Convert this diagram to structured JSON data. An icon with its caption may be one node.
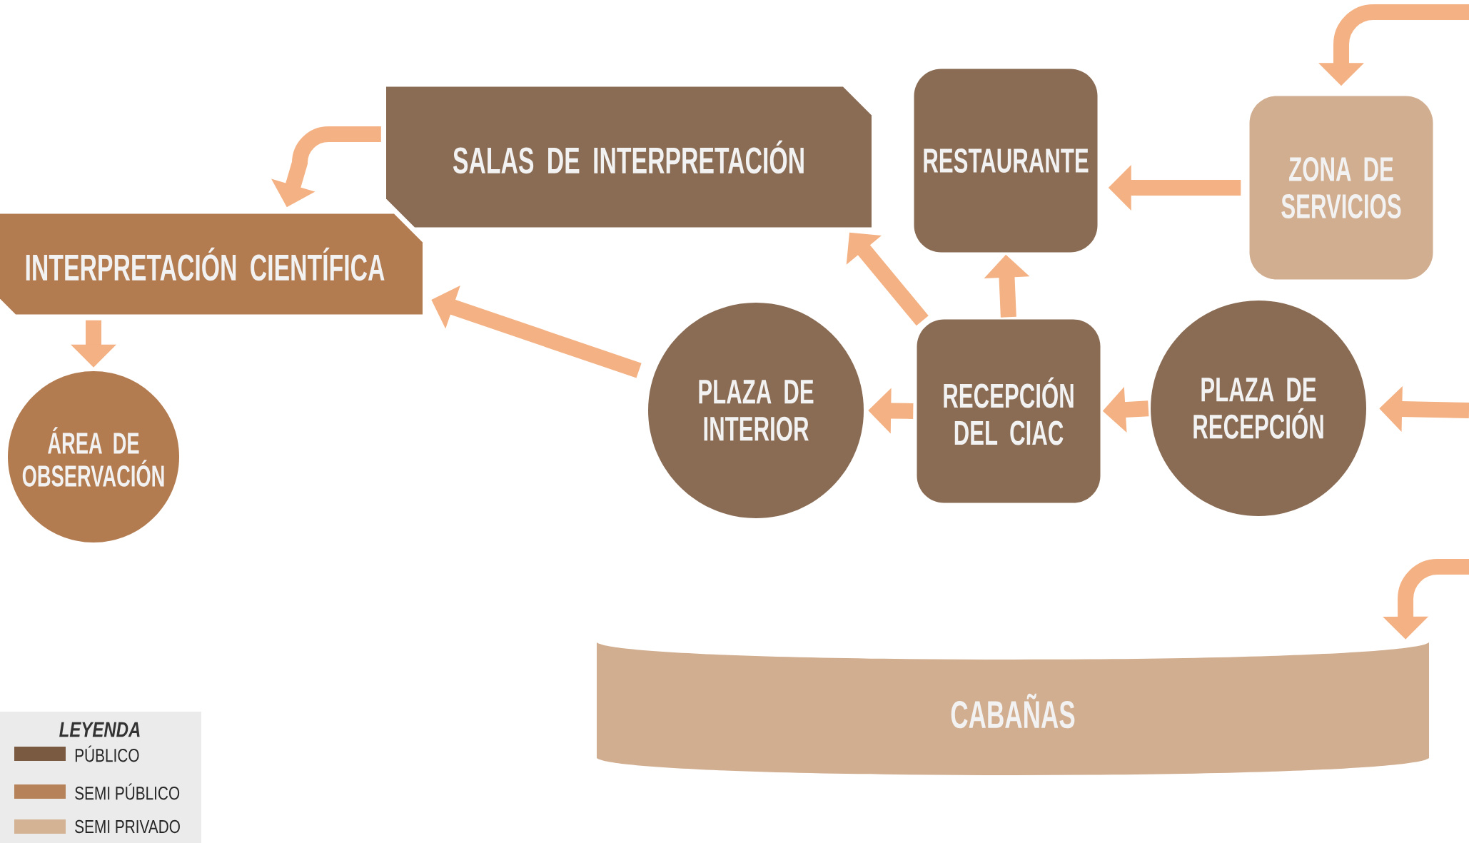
{
  "diagram": {
    "nodes": [
      {
        "text": [
          "SALAS DE INTERPRETACIÓN"
        ]
      },
      {
        "text": [
          "RESTAURANTE"
        ]
      },
      {
        "text": [
          "ZONA DE SERVICIOS"
        ]
      },
      {
        "text": [
          "INTERPRETACIÓN CIENTÍFICA"
        ]
      },
      {
        "text": [
          "ÁREA DE OBSERVACIÓN"
        ]
      },
      {
        "text": [
          "PLAZA DE INTERIOR"
        ]
      },
      {
        "text": [
          "RECEPCIÓN DEL CIAC"
        ]
      },
      {
        "text": [
          "PLAZA DE RECEPCIÓN"
        ]
      },
      {
        "text": [
          "CABAÑAS"
        ]
      }
    ],
    "edges": [
      {
        "from": null,
        "to": 2,
        "arrow": "to"
      },
      {
        "from": 2,
        "to": 1,
        "arrow": "to"
      },
      {
        "from": 6,
        "to": 1,
        "arrow": "to"
      },
      {
        "from": 6,
        "to": 0,
        "arrow": "to"
      },
      {
        "from": 6,
        "to": 5,
        "arrow": "to"
      },
      {
        "from": 7,
        "to": 6,
        "arrow": "to"
      },
      {
        "from": null,
        "to": 7,
        "arrow": "to"
      },
      {
        "from": 5,
        "to": 3,
        "arrow": "to"
      },
      {
        "from": 0,
        "to": 3,
        "arrow": "to"
      },
      {
        "from": 3,
        "to": 4,
        "arrow": "to"
      },
      {
        "from": null,
        "to": 8,
        "arrow": "to"
      }
    ],
    "legend": [
      {
        "text": "LEYENDA"
      },
      {
        "text": "PÚBLICO",
        "color": "#7a5a40"
      },
      {
        "text": "SEMI PÚBLICO",
        "color": "#b5825a"
      },
      {
        "text": "SEMI PRIVADO",
        "color": "#d4b395"
      }
    ]
  }
}
